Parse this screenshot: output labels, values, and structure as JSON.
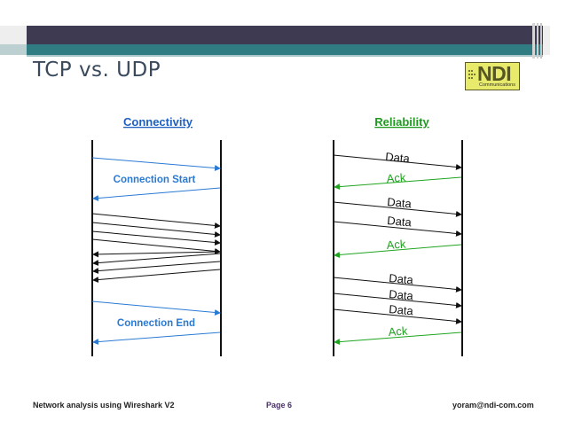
{
  "slide": {
    "title": "TCP vs. UDP",
    "logo": {
      "text": "NDI",
      "subtitle": "Communications"
    }
  },
  "left_panel": {
    "heading": "Connectivity",
    "heading_color": "#1f5fbf",
    "arrow_color": "#2a7ad4",
    "labels": {
      "start": "Connection Start",
      "end": "Connection End"
    }
  },
  "right_panel": {
    "heading": "Reliability",
    "heading_color": "#1f9a1f",
    "data_color": "#111111",
    "ack_color": "#1fa41f",
    "messages": [
      {
        "label": "Data",
        "dir": "right"
      },
      {
        "label": "Ack",
        "dir": "left"
      },
      {
        "label": "Data",
        "dir": "right"
      },
      {
        "label": "Data",
        "dir": "right"
      },
      {
        "label": "Ack",
        "dir": "left"
      },
      {
        "label": "Data",
        "dir": "right"
      },
      {
        "label": "Data",
        "dir": "right"
      },
      {
        "label": "Data",
        "dir": "right"
      },
      {
        "label": "Ack",
        "dir": "left"
      }
    ]
  },
  "footer": {
    "left": "Network analysis using Wireshark V2",
    "page": "Page 6",
    "right": "yoram@ndi-com.com"
  },
  "colors": {
    "header_bar": "#3d3a52",
    "header_accent": "#2f7d83",
    "title": "#3a4a5c"
  }
}
